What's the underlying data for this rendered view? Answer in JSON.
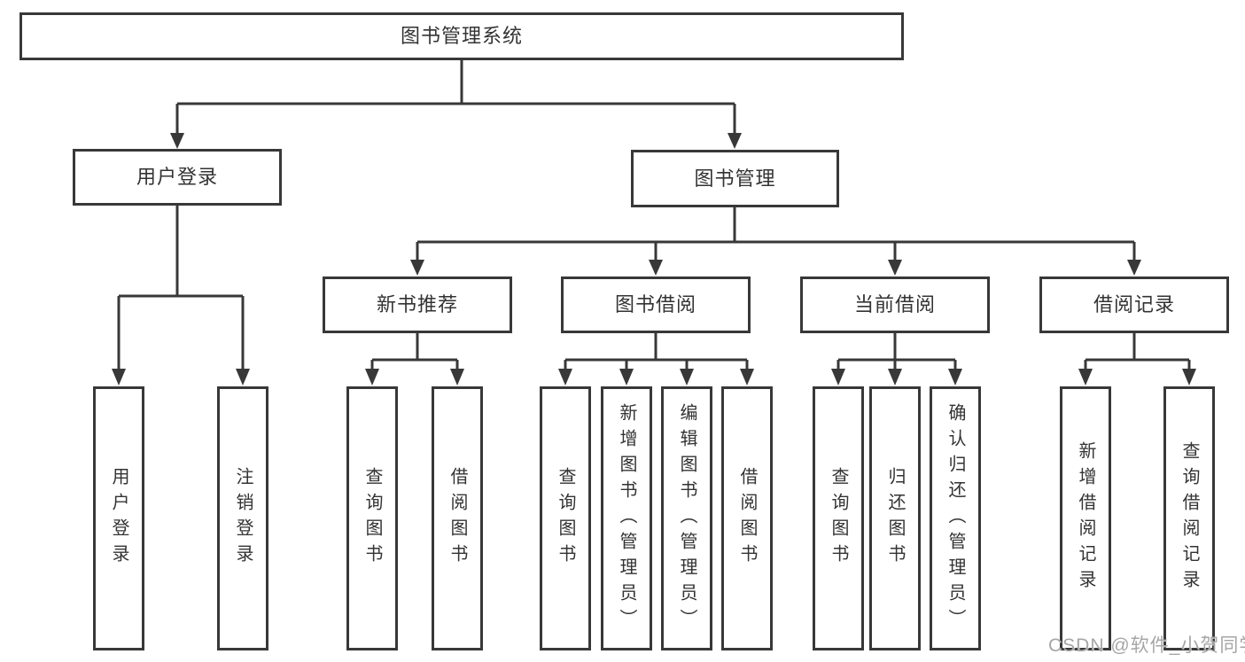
{
  "diagram": {
    "title": "图书管理系统",
    "branches": [
      {
        "label": "用户登录",
        "children": [
          {
            "label": "用户登录"
          },
          {
            "label": "注销登录"
          }
        ]
      },
      {
        "label": "图书管理",
        "children": [
          {
            "label": "新书推荐",
            "children": [
              {
                "label": "查询图书"
              },
              {
                "label": "借阅图书"
              }
            ]
          },
          {
            "label": "图书借阅",
            "children": [
              {
                "label": "查询图书"
              },
              {
                "label": "新增图书（管理员）"
              },
              {
                "label": "编辑图书（管理员）"
              },
              {
                "label": "借阅图书"
              }
            ]
          },
          {
            "label": "当前借阅",
            "children": [
              {
                "label": "查询图书"
              },
              {
                "label": "归还图书"
              },
              {
                "label": "确认归还（管理员）"
              }
            ]
          },
          {
            "label": "借阅记录",
            "children": [
              {
                "label": "新增借阅记录"
              },
              {
                "label": "查询借阅记录"
              }
            ]
          }
        ]
      }
    ]
  },
  "watermark": {
    "text": "CSDN @软件_小贺同学"
  },
  "colors": {
    "line": "#383838",
    "text": "#333333",
    "background": "#ffffff",
    "watermark": "#a6a6a6"
  }
}
